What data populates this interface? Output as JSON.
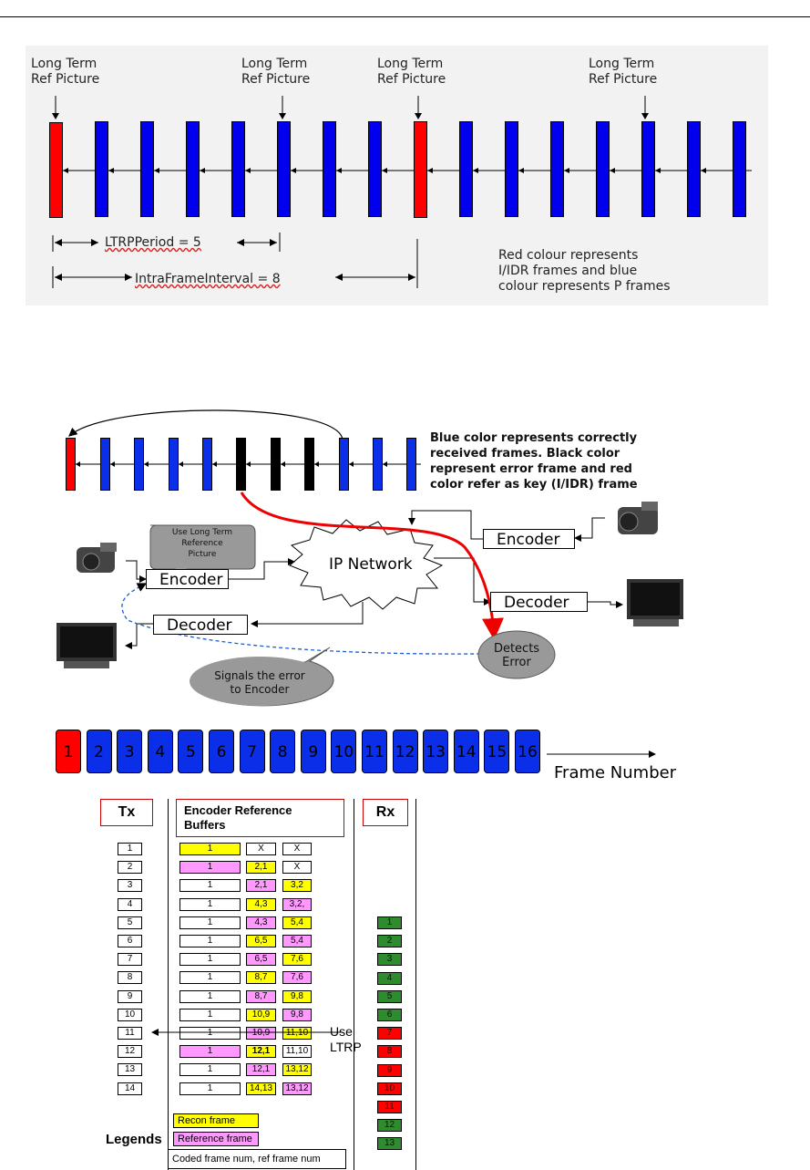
{
  "diagram1": {
    "ltrp_labels": [
      "Long Term\nRef Picture",
      "Long Term\nRef Picture",
      "Long Term\nRef Picture",
      "Long Term\nRef Picture"
    ],
    "frames": [
      "red",
      "blue",
      "blue",
      "blue",
      "blue",
      "blue",
      "blue",
      "blue",
      "red",
      "blue",
      "blue",
      "blue",
      "blue",
      "blue",
      "blue",
      "blue"
    ],
    "ltrp_period_label": "LTRPPeriod = 5",
    "intra_interval_label": "IntraFrameInterval = 8",
    "legend_lines": [
      "Red colour represents",
      "I/IDR frames and blue",
      "colour represents P frames"
    ],
    "colors": {
      "red": "#ff0000",
      "blue": "#0000ee",
      "panel": "#f2f2f2"
    }
  },
  "diagram2": {
    "frames": [
      "red",
      "blue",
      "blue",
      "blue",
      "blue",
      "black",
      "black",
      "black",
      "blue",
      "blue",
      "blue"
    ],
    "description_lines": [
      "Blue color represents correctly",
      "received frames. Black color",
      "represent error frame and red",
      "color refer as key (I/IDR) frame"
    ],
    "encoder_left": "Encoder",
    "decoder_left": "Decoder",
    "encoder_right": "Encoder",
    "decoder_right": "Decoder",
    "network": "IP Network",
    "use_ltrp_bubble": "Use Long Term\nReference\nPicture",
    "detects_error": "Detects\nError",
    "signals_error": "Signals the error\nto Encoder"
  },
  "frame_sequence": {
    "numbers": [
      "1",
      "2",
      "3",
      "4",
      "5",
      "6",
      "7",
      "8",
      "9",
      "10",
      "11",
      "12",
      "13",
      "14",
      "15",
      "16"
    ],
    "colors": [
      "red",
      "blue",
      "blue",
      "blue",
      "blue",
      "blue",
      "blue",
      "blue",
      "blue",
      "blue",
      "blue",
      "blue",
      "blue",
      "blue",
      "blue",
      "blue"
    ],
    "axis_label": "Frame Number"
  },
  "table": {
    "tx_header": "Tx",
    "enc_header": "Encoder Reference\nBuffers",
    "rx_header": "Rx",
    "tx_rows": [
      "1",
      "2",
      "3",
      "4",
      "5",
      "6",
      "7",
      "8",
      "9",
      "10",
      "11",
      "12",
      "13",
      "14"
    ],
    "buffer_rows": [
      [
        {
          "t": "1",
          "c": "yellow"
        },
        {
          "t": "X",
          "c": "white"
        },
        {
          "t": "X",
          "c": "white"
        }
      ],
      [
        {
          "t": "1",
          "c": "pink"
        },
        {
          "t": "2,1",
          "c": "yellow"
        },
        {
          "t": "X",
          "c": "white"
        }
      ],
      [
        {
          "t": "1",
          "c": "white"
        },
        {
          "t": "2,1",
          "c": "pink"
        },
        {
          "t": "3,2",
          "c": "yellow"
        }
      ],
      [
        {
          "t": "1",
          "c": "white"
        },
        {
          "t": "4,3",
          "c": "yellow"
        },
        {
          "t": "3,2,",
          "c": "pink"
        }
      ],
      [
        {
          "t": "1",
          "c": "white"
        },
        {
          "t": "4,3",
          "c": "pink"
        },
        {
          "t": "5,4",
          "c": "yellow"
        }
      ],
      [
        {
          "t": "1",
          "c": "white"
        },
        {
          "t": "6,5",
          "c": "yellow"
        },
        {
          "t": "5,4",
          "c": "pink"
        }
      ],
      [
        {
          "t": "1",
          "c": "white"
        },
        {
          "t": "6,5",
          "c": "pink"
        },
        {
          "t": "7,6",
          "c": "yellow"
        }
      ],
      [
        {
          "t": "1",
          "c": "white"
        },
        {
          "t": "8,7",
          "c": "yellow"
        },
        {
          "t": "7,6",
          "c": "pink"
        }
      ],
      [
        {
          "t": "1",
          "c": "white"
        },
        {
          "t": "8,7",
          "c": "pink"
        },
        {
          "t": "9,8",
          "c": "yellow"
        }
      ],
      [
        {
          "t": "1",
          "c": "white"
        },
        {
          "t": "10,9",
          "c": "yellow"
        },
        {
          "t": "9,8",
          "c": "pink"
        }
      ],
      [
        {
          "t": "1",
          "c": "white"
        },
        {
          "t": "10,9",
          "c": "pink"
        },
        {
          "t": "11,10",
          "c": "yellow"
        }
      ],
      [
        {
          "t": "1",
          "c": "pink"
        },
        {
          "t": "12,1",
          "c": "yellow",
          "b": true
        },
        {
          "t": "11,10",
          "c": "white"
        }
      ],
      [
        {
          "t": "1",
          "c": "white"
        },
        {
          "t": "12,1",
          "c": "pink"
        },
        {
          "t": "13,12",
          "c": "yellow"
        }
      ],
      [
        {
          "t": "1",
          "c": "white"
        },
        {
          "t": "14,13",
          "c": "yellow"
        },
        {
          "t": "13,12",
          "c": "pink"
        }
      ]
    ],
    "rx_rows": [
      {
        "t": "1",
        "c": "green"
      },
      {
        "t": "2",
        "c": "green"
      },
      {
        "t": "3",
        "c": "green"
      },
      {
        "t": "4",
        "c": "green"
      },
      {
        "t": "5",
        "c": "green"
      },
      {
        "t": "6",
        "c": "green"
      },
      {
        "t": "7",
        "c": "red"
      },
      {
        "t": "8",
        "c": "red"
      },
      {
        "t": "9",
        "c": "red"
      },
      {
        "t": "10",
        "c": "red"
      },
      {
        "t": "11",
        "c": "red"
      },
      {
        "t": "12",
        "c": "green"
      },
      {
        "t": "13",
        "c": "green"
      }
    ],
    "use_ltrp": "Use\nLTRP",
    "legends_label": "Legends",
    "legend_recon": "Recon frame",
    "legend_reference": "Reference  frame",
    "legend_coded": "Coded frame num, ref frame num",
    "colors": {
      "yellow": "#ffff00",
      "pink": "#ff99ff",
      "green": "#2e8b2e",
      "red": "#ff0000",
      "white": "#ffffff"
    }
  }
}
